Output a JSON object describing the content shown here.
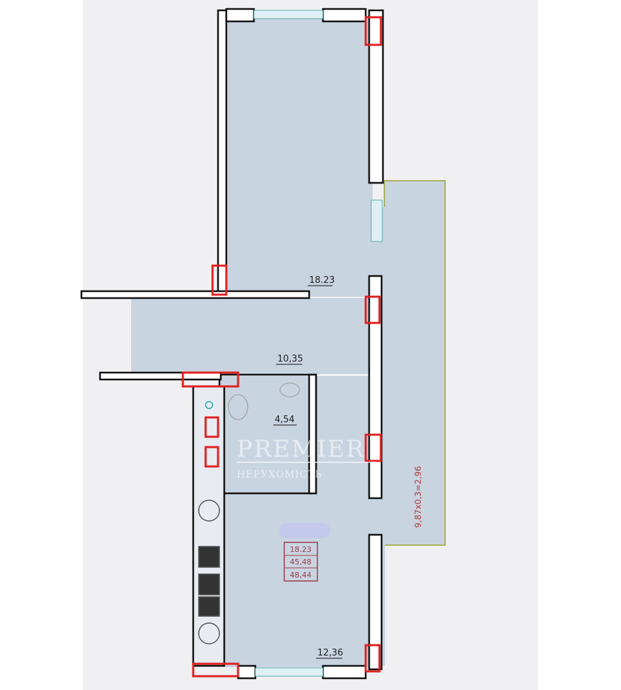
{
  "rooms": {
    "room_top_area": "18.23",
    "hallway_area": "10,35",
    "bathroom_area": "4,54",
    "kitchen_area": "12,36"
  },
  "balcony": {
    "formula": "9,87x0,3=2,96"
  },
  "summary": {
    "living": "18.23",
    "total": "45,48",
    "total_with_balcony": "48,44"
  },
  "watermark": {
    "brand": "PREMIER",
    "subtitle": "НЕРУХОМІСТЬ"
  },
  "colors": {
    "room_fill": "#c9d4e1",
    "wall": "#111111",
    "column": "#e02020",
    "balcony_border": "#a8b060",
    "background": "#f0f0f2"
  }
}
